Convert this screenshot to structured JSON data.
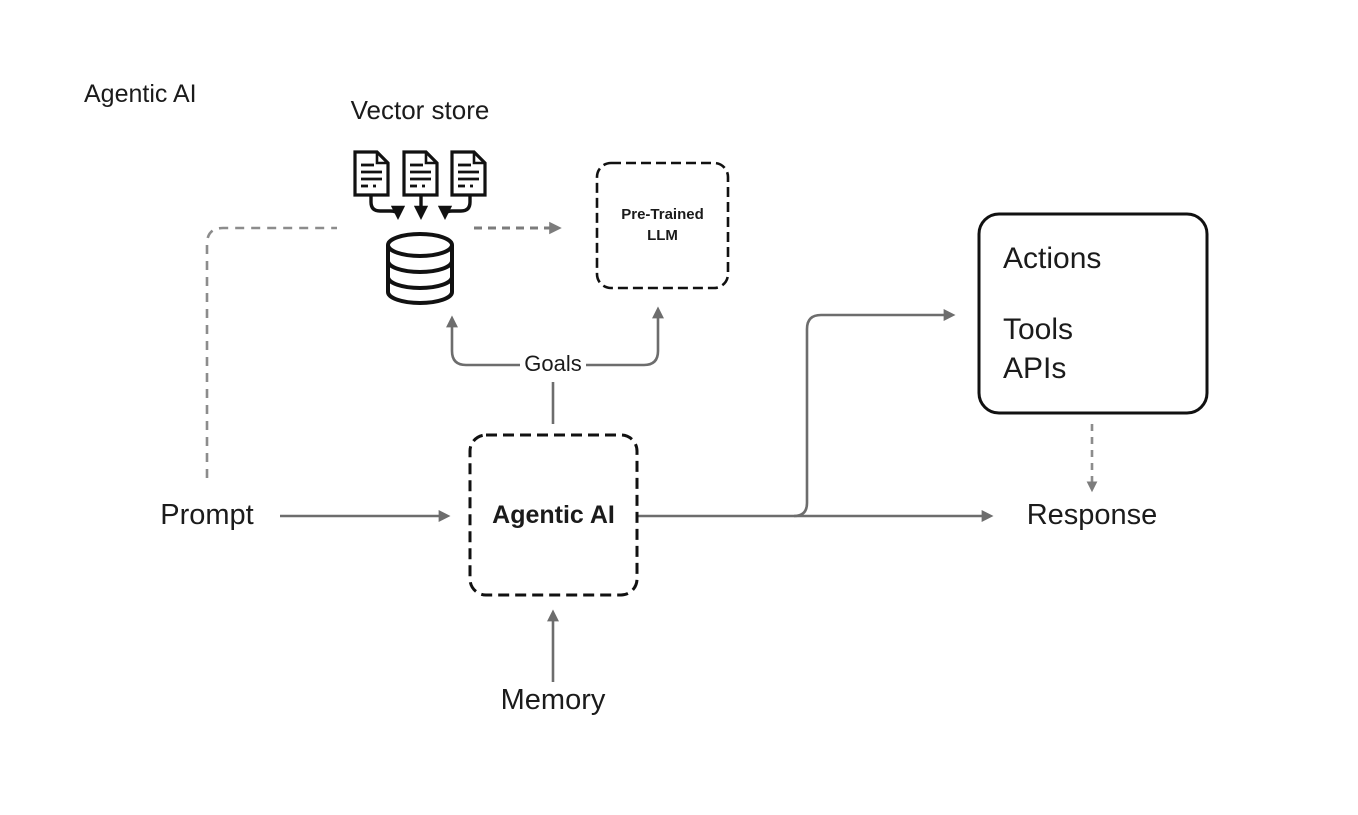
{
  "diagram": {
    "title": "Agentic AI",
    "nodes": {
      "vector_store_label": "Vector store",
      "pretrained_llm_label": "Pre-Trained LLM",
      "actions_label": "Actions",
      "tools_label": "Tools",
      "apis_label": "APIs",
      "agent_label": "Agentic AI"
    },
    "labels": {
      "prompt": "Prompt",
      "goals": "Goals",
      "memory": "Memory",
      "response": "Response"
    },
    "icons": {
      "documents": "document-icon",
      "database": "database-icon"
    },
    "colors": {
      "background": "#ffffff",
      "box_border": "#111111",
      "text": "#1b1b1b",
      "solid_arrow": "#6d6d6d",
      "dashed_line": "#8c8c8c",
      "dashed_arrow": "#7c7c7c"
    }
  }
}
